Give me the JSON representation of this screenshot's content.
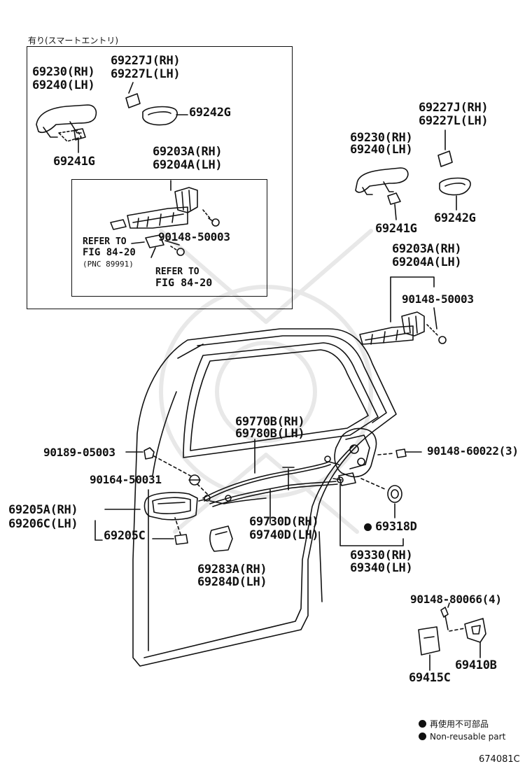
{
  "inset": {
    "title": "有り(スマートエントリ)",
    "handle": {
      "rh": "69230(RH)",
      "lh": "69240(LH)"
    },
    "cap": {
      "rh": "69227J(RH)",
      "lh": "69227L(LH)"
    },
    "pad": "69242G",
    "gasket": "69241G",
    "frame": {
      "rh": "69203A(RH)",
      "lh": "69204A(LH)"
    },
    "bolt": "90148-50003",
    "ref1": {
      "line1": "REFER TO",
      "line2": "FIG 84-20",
      "line3": "(PNC 89991)"
    },
    "ref2": {
      "line1": "REFER TO",
      "line2": "FIG 84-20"
    }
  },
  "right": {
    "cap": {
      "rh": "69227J(RH)",
      "lh": "69227L(LH)"
    },
    "handle": {
      "rh": "69230(RH)",
      "lh": "69240(LH)"
    },
    "gasket": "69241G",
    "pad": "69242G",
    "frame": {
      "rh": "69203A(RH)",
      "lh": "69204A(LH)"
    },
    "bolt": "90148-50003"
  },
  "door": {
    "clip": "90189-05003",
    "screw": "90164-50031",
    "inner_handle": {
      "rh": "69205A(RH)",
      "lh": "69206C(LH)"
    },
    "bezel_clip": "69205C",
    "cable_upper": {
      "rh": "69770B(RH)",
      "lh": "69780B(LH)"
    },
    "cable_lower": {
      "rh": "69730D(RH)",
      "lh": "69740D(LH)"
    },
    "cover": {
      "rh": "69283A(RH)",
      "lh": "69284D(LH)"
    },
    "lock_bolt": "90148-60022(3)",
    "seal": "69318D",
    "lock": {
      "rh": "69330(RH)",
      "lh": "69340(LH)"
    }
  },
  "striker": {
    "bolt": "90148-80066(4)",
    "plate": "69415C",
    "striker": "69410B"
  },
  "legend": {
    "jp": "再使用不可部品",
    "en": "Non-reusable part"
  },
  "figure_code": "674081C"
}
